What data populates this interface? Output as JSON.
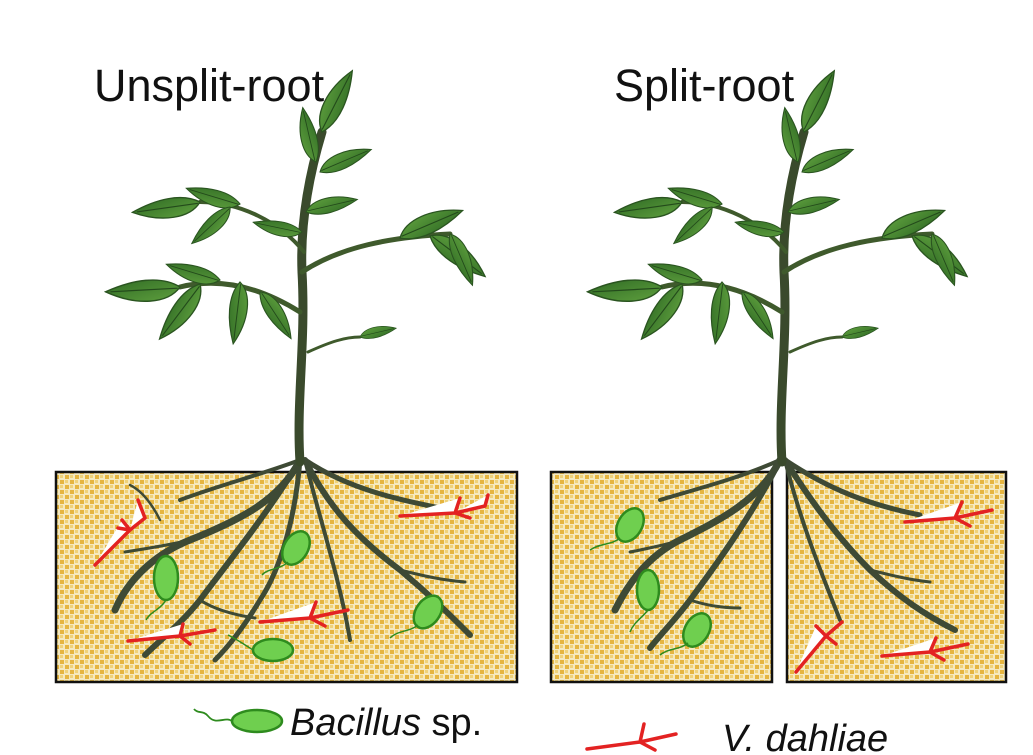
{
  "panels": {
    "left_title": "Unsplit-root",
    "right_title": "Split-root"
  },
  "legend": {
    "bacillus_genus": "Bacillus",
    "bacillus_suffix": " sp.",
    "pathogen": "V. dahliae"
  },
  "colors": {
    "soil": "#f3e6b6",
    "soil_dots": "#e2b03a",
    "leaf": "#4f8f35",
    "leaf_dark": "#2f5d22",
    "stem": "#3b4a2b",
    "root": "#3e4a35",
    "bacillus_fill": "#6fcf4f",
    "bacillus_stroke": "#2e8b1e",
    "pathogen": "#e32222"
  },
  "icons": {
    "bacterium": "bacillus-rod-icon",
    "fungus": "verticillium-hypha-icon"
  }
}
